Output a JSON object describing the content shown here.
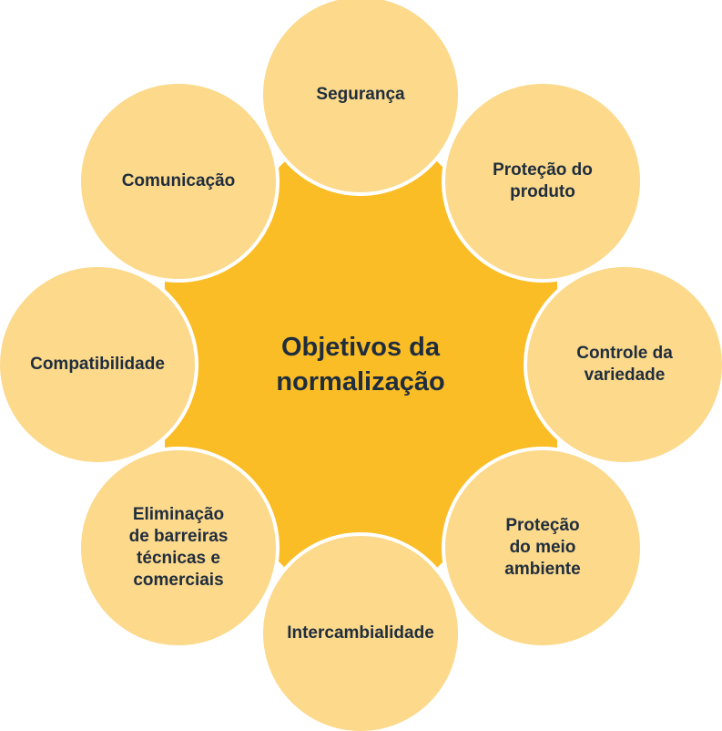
{
  "center": {
    "line1": "Objetivos da",
    "line2": "normalização"
  },
  "nodes": [
    {
      "id": "seguranca",
      "lines": [
        "Segurança"
      ]
    },
    {
      "id": "protecao-produto",
      "lines": [
        "Proteção do",
        "produto"
      ]
    },
    {
      "id": "controle",
      "lines": [
        "Controle da",
        "variedade"
      ]
    },
    {
      "id": "meio-ambiente",
      "lines": [
        "Proteção",
        "do meio",
        "ambiente"
      ]
    },
    {
      "id": "intercamb",
      "lines": [
        "Intercambialidade"
      ]
    },
    {
      "id": "eliminacao",
      "lines": [
        "Eliminação",
        "de barreiras",
        "técnicas e",
        "comerciais"
      ]
    },
    {
      "id": "compat",
      "lines": [
        "Compatibilidade"
      ]
    },
    {
      "id": "comunicacao",
      "lines": [
        "Comunicação"
      ]
    }
  ],
  "colors": {
    "center_fill": "#fbbd26",
    "node_fill": "#fcd98b",
    "text": "#1f2d3d"
  }
}
